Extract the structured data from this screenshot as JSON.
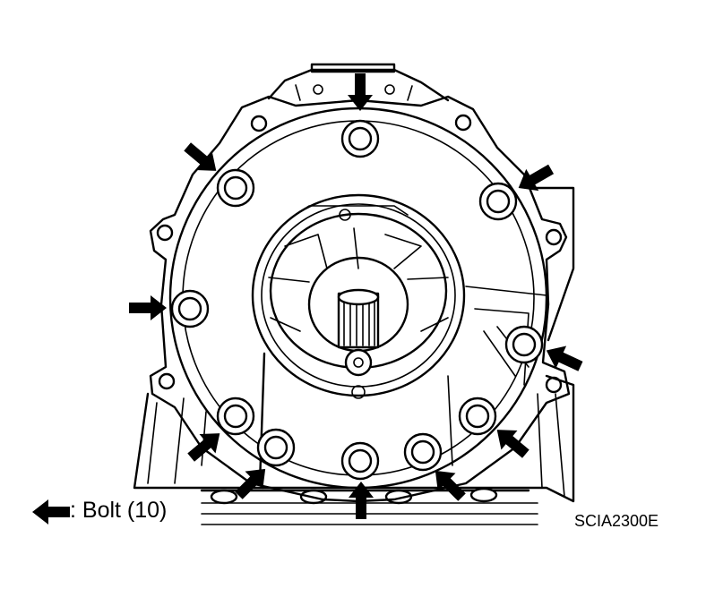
{
  "legend": {
    "label": ": Bolt (10)",
    "icon": "arrow-left-icon"
  },
  "figure_code": "SCIA2300E",
  "bolts": [
    {
      "id": 1,
      "arrow": "down"
    },
    {
      "id": 2,
      "arrow": "down-right"
    },
    {
      "id": 3,
      "arrow": "down-left"
    },
    {
      "id": 4,
      "arrow": "right"
    },
    {
      "id": 5,
      "arrow": "left"
    },
    {
      "id": 6,
      "arrow": "up-right"
    },
    {
      "id": 7,
      "arrow": "up-left"
    },
    {
      "id": 8,
      "arrow": "up-right"
    },
    {
      "id": 9,
      "arrow": "up-left"
    },
    {
      "id": 10,
      "arrow": "up"
    }
  ],
  "colors": {
    "line": "#000000",
    "background": "#ffffff"
  }
}
